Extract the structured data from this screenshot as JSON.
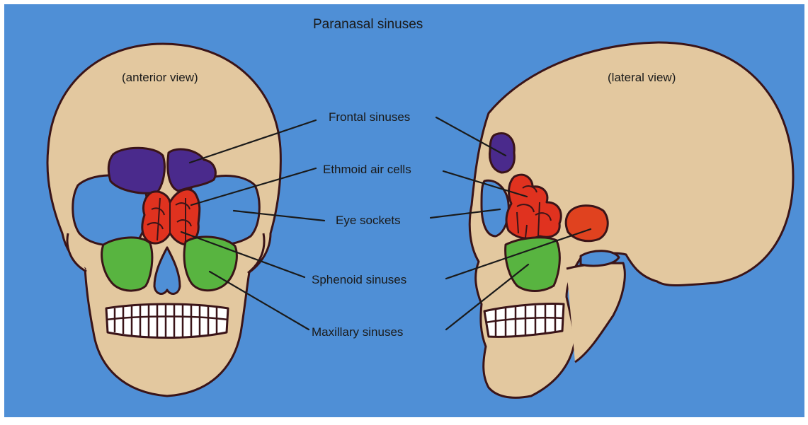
{
  "title": "Paranasal sinuses",
  "views": {
    "anterior": "(anterior view)",
    "lateral": "(lateral view)"
  },
  "labels": {
    "frontal": "Frontal sinuses",
    "ethmoid": "Ethmoid air cells",
    "eye": "Eye sockets",
    "sphenoid": "Sphenoid sinuses",
    "maxillary": "Maxillary sinuses"
  },
  "colors": {
    "background": "#4f8fd6",
    "bone": "#e3c89f",
    "outline": "#3a1418",
    "frontal_sinus": "#4a2a8c",
    "ethmoid_cells": "#e0321f",
    "eye_socket": "#4f8fd6",
    "sphenoid_sinus": "#e0421f",
    "maxillary_sinus": "#58b440",
    "teeth": "#ffffff"
  }
}
